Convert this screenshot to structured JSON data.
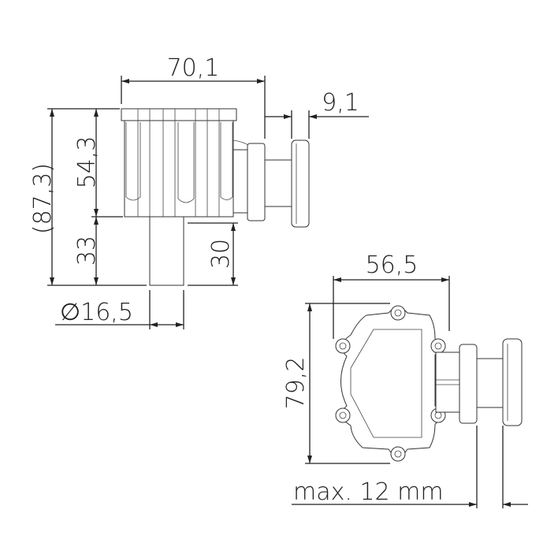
{
  "drawing": {
    "side_view": {
      "width_label": "70,1",
      "offset_label": "9,1",
      "total_height_label": "(87,3)",
      "body_height_label": "54,3",
      "lower_height_label": "33",
      "pipe_length_label": "30",
      "pipe_diameter_label": "∅16,5"
    },
    "top_view": {
      "width_label": "56,5",
      "height_label": "79,2",
      "max_thickness_label": "max. 12 mm"
    },
    "colors": {
      "line": "#222222",
      "background": "#ffffff"
    }
  }
}
